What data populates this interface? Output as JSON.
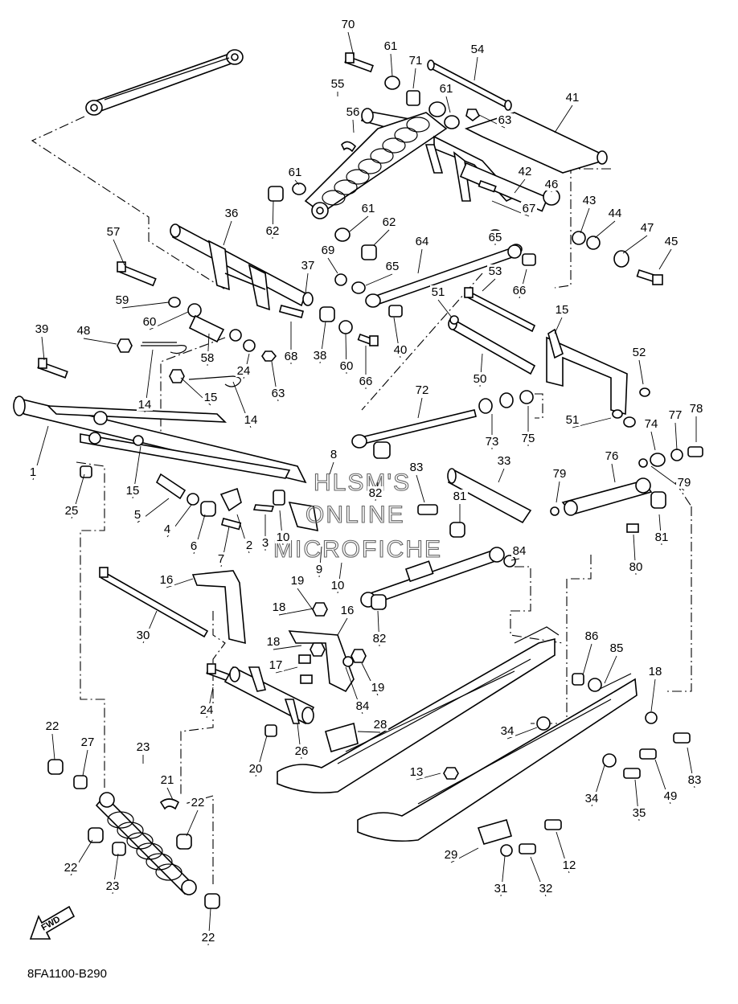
{
  "diagram": {
    "drawing_code": "8FA1100-B290",
    "fwd_label": "FWD",
    "watermark": [
      "HLSM'S",
      "ONLINE",
      "MICROFICHE"
    ],
    "callouts": [
      "70",
      "61",
      "71",
      "54",
      "55",
      "56",
      "61",
      "63",
      "41",
      "42",
      "46",
      "61",
      "62",
      "61",
      "62",
      "65",
      "67",
      "43",
      "44",
      "47",
      "45",
      "36",
      "57",
      "69",
      "64",
      "65",
      "53",
      "37",
      "59",
      "60",
      "66",
      "51",
      "58",
      "68",
      "38",
      "39",
      "48",
      "24",
      "15",
      "60",
      "40",
      "66",
      "52",
      "63",
      "50",
      "14",
      "15",
      "14",
      "72",
      "1",
      "73",
      "75",
      "51",
      "74",
      "77",
      "78",
      "8",
      "83",
      "33",
      "82",
      "25",
      "15",
      "79",
      "76",
      "79",
      "5",
      "81",
      "4",
      "6",
      "3",
      "10",
      "2",
      "81",
      "7",
      "10",
      "9",
      "84",
      "80",
      "16",
      "19",
      "18",
      "30",
      "16",
      "82",
      "18",
      "86",
      "85",
      "17",
      "19",
      "18",
      "84",
      "24",
      "28",
      "34",
      "22",
      "20",
      "23",
      "26",
      "27",
      "21",
      "13",
      "34",
      "22",
      "83",
      "35",
      "49",
      "29",
      "12",
      "22",
      "23",
      "31",
      "32",
      "22"
    ]
  }
}
